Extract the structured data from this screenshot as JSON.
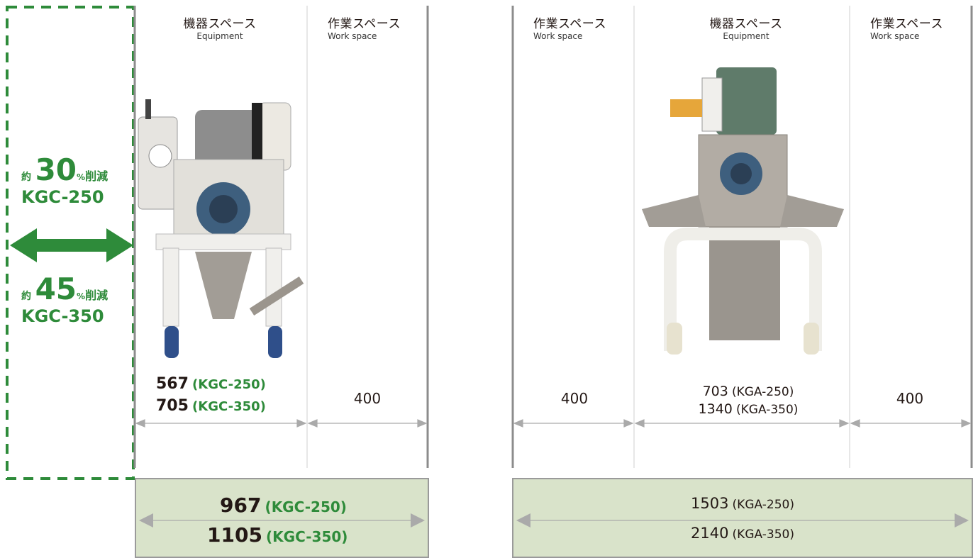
{
  "colors": {
    "accent_green": "#2e8b3a",
    "box_fill": "#d9e3ca",
    "divider_gray": "#8c8c8c",
    "arrow_gray": "#aaaaaa"
  },
  "left": {
    "headers": [
      {
        "ja": "機器スペース",
        "en": "Equipment"
      },
      {
        "ja": "作業スペース",
        "en": "Work space"
      }
    ],
    "equipment_dims": [
      {
        "value": "567",
        "model": "(KGC-250)"
      },
      {
        "value": "705",
        "model": "(KGC-350)"
      }
    ],
    "work_dim": "400",
    "totals": [
      {
        "value": "967",
        "model": "(KGC-250)"
      },
      {
        "value": "1105",
        "model": "(KGC-350)"
      }
    ]
  },
  "reduction": {
    "rows": [
      {
        "prefix": "約",
        "pct": "30",
        "unit": "%",
        "suffix": "削減",
        "model": "KGC-250"
      },
      {
        "prefix": "約",
        "pct": "45",
        "unit": "%",
        "suffix": "削減",
        "model": "KGC-350"
      }
    ]
  },
  "right": {
    "headers": [
      {
        "ja": "作業スペース",
        "en": "Work space"
      },
      {
        "ja": "機器スペース",
        "en": "Equipment"
      },
      {
        "ja": "作業スペース",
        "en": "Work space"
      }
    ],
    "work_dim_left": "400",
    "work_dim_right": "400",
    "equipment_dims": [
      {
        "value": "703",
        "model": "(KGA-250)"
      },
      {
        "value": "1340",
        "model": "(KGA-350)"
      }
    ],
    "totals": [
      {
        "value": "1503",
        "model": "(KGA-250)"
      },
      {
        "value": "2140",
        "model": "(KGA-350)"
      }
    ]
  }
}
